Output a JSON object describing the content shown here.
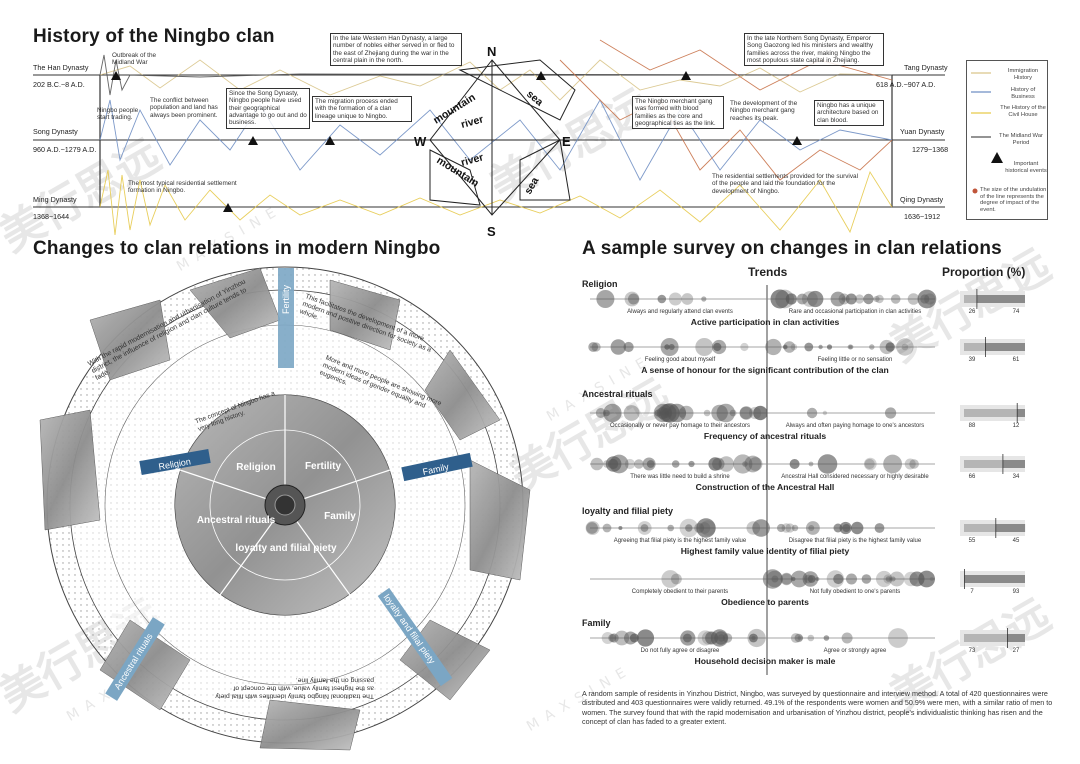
{
  "history": {
    "title": "History of the Ningbo clan",
    "dynasties_left": [
      {
        "name": "The Han Dynasty",
        "years": "202 B.C.~8 A.D."
      },
      {
        "name": "Song Dynasty",
        "years": "960 A.D.~1279 A.D."
      },
      {
        "name": "Ming Dynasty",
        "years": "1368~1644"
      }
    ],
    "dynasties_right": [
      {
        "name": "Tang Dynasty",
        "years": "618 A.D.~907 A.D."
      },
      {
        "name": "Yuan Dynasty",
        "years": "1279~1368"
      },
      {
        "name": "Qing Dynasty",
        "years": "1636~1912"
      }
    ],
    "annotations": {
      "midland_war": "Outbreak of the Midland War",
      "trade": "Ningbo people start trading.",
      "conflict": "The conflict between population and land has always been prominent.",
      "song_people": "Since the Song Dynasty, Ningbo people have used their geographical advantage to go out and do business.",
      "migration_ended": "The migration process ended with the formation of a clan lineage unique to Ningbo.",
      "western_han": "In the late Western Han Dynasty, a large number of nobles either served in or fled to the east of Zhejiang during the war in the central plain in the north.",
      "northern_song": "In the late Northern Song Dynasty, Emperor Song Gaozong led his ministers and wealthy families across the river, making Ningbo the most populous state capital in Zhejiang.",
      "merchant_gang": "The Ningbo merchant gang was formed with blood families as the core and geographical ties as the link.",
      "merchant_peak": "The development of the Ningbo merchant gang reaches its peak.",
      "architecture": "Ningbo has a unique architecture based on clan blood.",
      "residential_typical": "The most typical residential settlement formation in Ningbo.",
      "residential_survival": "The residential settlements provided for the survival of the people and laid the foundation for the development of Ningbo."
    },
    "compass": {
      "n": "N",
      "s": "S",
      "e": "E",
      "w": "W",
      "mountain1": "mountain",
      "mountain2": "mountain",
      "river1": "river",
      "river2": "river",
      "sea1": "sea",
      "sea2": "sea"
    },
    "legend": [
      {
        "label": "Immigration History",
        "color": "#d9c58a"
      },
      {
        "label": "History of Business",
        "color": "#6f8fc4"
      },
      {
        "label": "The History of the Civil House",
        "color": "#e6c94b"
      },
      {
        "label": "The Midland War Period",
        "color": "#555555"
      }
    ],
    "legend_events": "Important historical events",
    "legend_note": "The size of the undulation of the line represents the degree of impact of the event."
  },
  "clan": {
    "title": "Changes to clan relations in modern Ningbo",
    "tabs": [
      "Fertility",
      "Religion",
      "Family",
      "Ancestral rituals",
      "loyalty and filial piety"
    ],
    "inner": {
      "religion": "Religion",
      "fertility": "Fertility",
      "family": "Family",
      "rituals": "Ancestral rituals",
      "loyalty": "loyalty and filial piety"
    },
    "texts": {
      "modernisation": "With the rapid modernisation and urbanisation of Yinzhou district, the influence of religion and clan culture tends to fade.",
      "positive": "This facilitates the development of a more modern and positive direction for society as a whole.",
      "gender": "More and more people are showing more modern ideas of gender equality and eugenics.",
      "history_line": "The concept of Ningbo has a very long history.",
      "family_value": "The traditional Ningbo family identifies with filial piety as the highest family value, with the concept of passing on the family line."
    }
  },
  "survey": {
    "title": "A sample survey on changes in clan relations",
    "col_trends": "Trends",
    "col_proportion": "Proportion  (%)",
    "groups": [
      {
        "name": "Religion",
        "items": [
          0,
          1
        ]
      },
      {
        "name": "Ancestral rituals",
        "items": [
          2,
          3
        ]
      },
      {
        "name": "loyalty and filial piety",
        "items": [
          4,
          5
        ]
      },
      {
        "name": "Family",
        "items": [
          6
        ]
      }
    ],
    "items": [
      {
        "title": "Active participation in clan activities",
        "left": "Always and regularly attend clan events",
        "right": "Rare and occasional participation in clan activities",
        "p1": 26,
        "p2": 74
      },
      {
        "title": "A sense of honour for the significant contribution of the clan",
        "left": "Feeling good about myself",
        "right": "Feeling little or no sensation",
        "p1": 39,
        "p2": 61
      },
      {
        "title": "Frequency of ancestral rituals",
        "left": "Occasionally or never pay homage to their ancestors",
        "right": "Always and often paying homage to one's ancestors",
        "p1": 88,
        "p2": 12
      },
      {
        "title": "Construction of the Ancestral Hall",
        "left": "There was little need to build a shrine",
        "right": "Ancestral Hall considered necessary or highly desirable",
        "p1": 66,
        "p2": 34
      },
      {
        "title": "Highest family value identity of filial piety",
        "left": "Agreeing that filial piety is the highest family value",
        "right": "Disagree that filial piety is the highest family value",
        "p1": 55,
        "p2": 45
      },
      {
        "title": "Obedience to parents",
        "left": "Completely obedient to their parents",
        "right": "Not fully obedient to one's parents",
        "p1": 7,
        "p2": 93
      },
      {
        "title": "Household decision maker is male",
        "left": "Do not fully agree or disagree",
        "right": "Agree or strongly agree",
        "p1": 73,
        "p2": 27
      }
    ],
    "footer": "A random sample of residents in Yinzhou District, Ningbo, was surveyed by questionnaire and interview method. A total of 420 questionnaires were distributed and 403 questionnaires were validly returned. 49.1% of the respondents were women and 50.9% were men, with a similar ratio of men to women. The survey found that with the rapid modernisation and urbanisation of Yinzhou district, people's individualistic thinking has risen and the concept of clan has faded to a greater extent."
  },
  "watermark": {
    "cn": "美行思远",
    "en": "MAXSINE"
  }
}
